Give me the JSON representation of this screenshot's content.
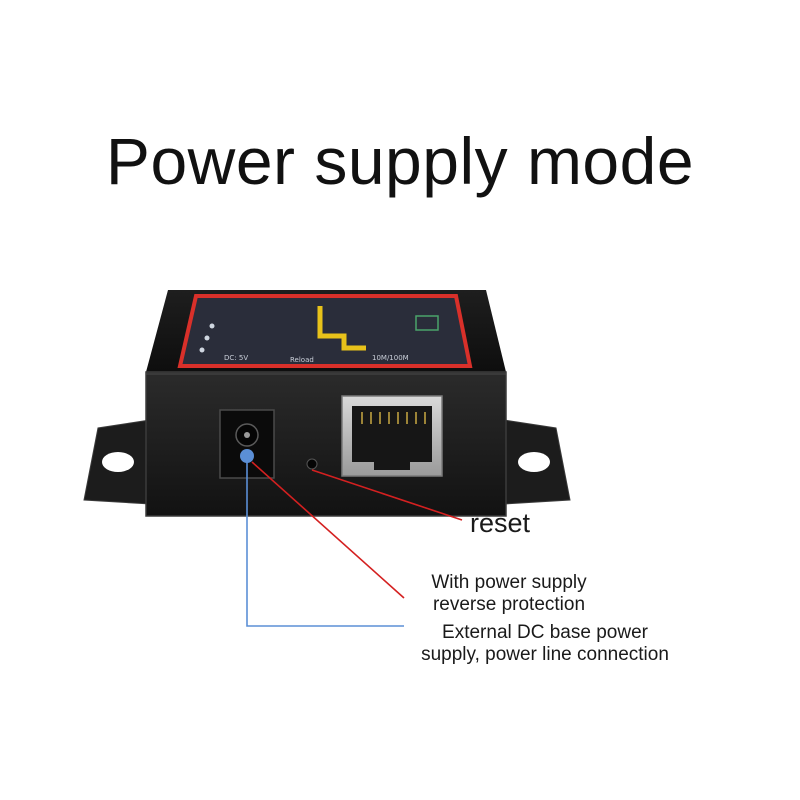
{
  "title": "Power supply mode",
  "device": {
    "panel_labels": {
      "power": "DC: 5V",
      "reload": "Reload",
      "ethernet": "10M/100M"
    }
  },
  "annotations": {
    "reset": "reset",
    "reverse_protection": [
      "With power supply",
      "reverse protection"
    ],
    "dc_connection": [
      "External DC base power",
      "supply, power line connection"
    ]
  },
  "colors": {
    "annotation_red": "#d42020",
    "annotation_blue": "#5b8fd6",
    "panel_red": "#d9302a",
    "enclosure": "#1a1a1a"
  }
}
